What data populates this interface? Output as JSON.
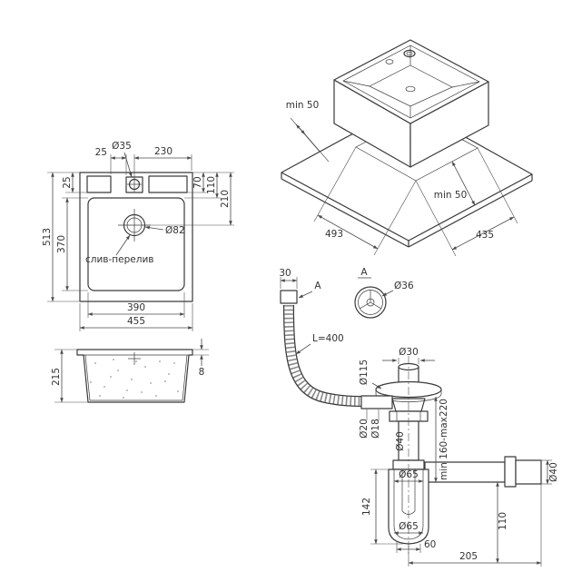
{
  "colors": {
    "background": "#ffffff",
    "line": "#3a3a3a",
    "dimension": "#4a4a4a",
    "text": "#333333"
  },
  "views": {
    "top": {
      "dim_offset_top": "25",
      "faucet_hole_diameter": "Ø35",
      "dim_hole_to_edge": "230",
      "dim_offset_left": "25",
      "dim_70": "70",
      "dim_110": "110",
      "dim_210": "210",
      "dim_overall_depth": "513",
      "dim_bowl_depth": "370",
      "overflow_note": "слив-перелив",
      "drain_diameter": "Ø82",
      "dim_bowl_width": "390",
      "dim_overall_width": "455"
    },
    "side": {
      "dim_height": "215",
      "dim_rim": "8"
    },
    "installation": {
      "dim_min_clearance_left": "min 50",
      "dim_min_clearance_right": "min 50",
      "dim_cutout_length": "493",
      "dim_cutout_width": "435"
    },
    "drain": {
      "dim_hose_end": "30",
      "hose_section_mark": "A",
      "detail_mark": "A",
      "detail_diameter": "Ø36",
      "hose_length": "L=400",
      "flange_diameter": "Ø115",
      "cap_diameter": "Ø30",
      "hose_fitting_diameter_outer": "Ø20",
      "hose_fitting_diameter_inner": "Ø18",
      "tailpipe_diameter": "Ø40",
      "adjust_range": "min 160-max220",
      "cup_diameter_top": "Ø65",
      "cup_diameter_bottom": "Ø65",
      "dim_cup_height": "142",
      "dim_cup_bottom": "60",
      "dim_outlet_height": "110",
      "dim_outlet_length": "205",
      "outlet_diameter": "Ø40"
    }
  }
}
